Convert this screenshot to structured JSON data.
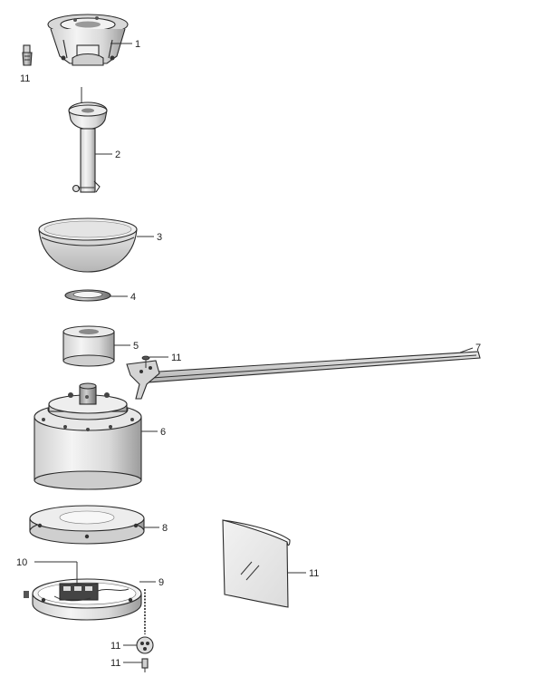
{
  "diagram": {
    "type": "exploded-parts-view",
    "callouts": [
      {
        "id": "c1",
        "label": "1"
      },
      {
        "id": "c2",
        "label": "2"
      },
      {
        "id": "c3",
        "label": "3"
      },
      {
        "id": "c4",
        "label": "4"
      },
      {
        "id": "c5",
        "label": "5"
      },
      {
        "id": "c6",
        "label": "6"
      },
      {
        "id": "c7",
        "label": "7"
      },
      {
        "id": "c8",
        "label": "8"
      },
      {
        "id": "c9",
        "label": "9"
      },
      {
        "id": "c10",
        "label": "10"
      },
      {
        "id": "c11a",
        "label": "11"
      },
      {
        "id": "c11b",
        "label": "11"
      },
      {
        "id": "c11c",
        "label": "11"
      },
      {
        "id": "c11d",
        "label": "11"
      },
      {
        "id": "c11e",
        "label": "11"
      }
    ]
  }
}
